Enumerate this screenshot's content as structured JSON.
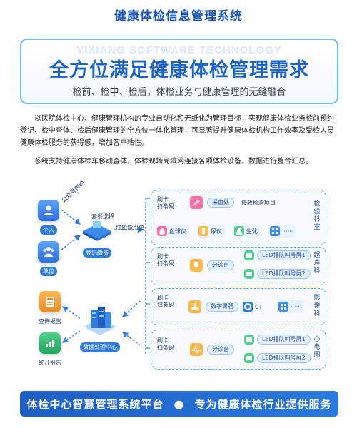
{
  "header": {
    "title": "健康体检信息管理系统"
  },
  "hero": {
    "watermark": "YIXIANG SOFTWARE TECHNOLOGY",
    "headline": "全方位满足健康体检管理需求",
    "subtitle": "检前、检中、检后，体检业务与健康管理的无缝融合"
  },
  "paragraphs": [
    "以医院体检中心、健康管理机构的专业自动化和无纸化为管理目标，实现健康体检业务检前预约登记、检中查体、检后健康管理的全方位一体化管理，可显著提升健康体检机构工作效率及受检人员健康体检服务的获得感，增加客户粘性。",
    "系统支持健康体检车移动查体，体检现场局域网连接各项体检设备，数据进行整合汇总。"
  ],
  "diagram": {
    "left_nodes": {
      "person": "个人",
      "unit": "单位",
      "query_report": "查询报告",
      "stats_report": "统计报告"
    },
    "edge_labels": {
      "wechat_booking": "公众号预约",
      "package_select": "套餐选择",
      "print_guide": "打印指引单"
    },
    "hubs": {
      "registration": "登记缴费",
      "data_center": "数据处理中心"
    },
    "lab": {
      "name": "检验科室",
      "scan": "刷卡\n扫条码",
      "collect": "采血处",
      "receive": "接收检验项目",
      "items": [
        "血球仪",
        "尿仪",
        "生化",
        "······"
      ]
    },
    "ultrasound": {
      "name": "超声科",
      "scan": "刷卡\n扫条码",
      "triage": "分诊台",
      "screens": [
        "LED排队叫号屏1",
        "LED排队叫号屏2"
      ]
    },
    "imaging": {
      "name": "影像科",
      "scan": "刷卡\n扫条码",
      "items": [
        "数字胃肠",
        "CT",
        "······"
      ]
    },
    "ecg": {
      "name": "心电图",
      "scan": "刷卡\n扫条码",
      "triage": "分诊台",
      "screens": [
        "LED排队叫号屏1",
        "LED排队叫号屏2"
      ]
    }
  },
  "footer": {
    "left": "体检中心智慧管理系统平台",
    "dot": "●",
    "right": "专为健康体检行业提供服务"
  },
  "colors": {
    "primary": "#1c63c9",
    "accent": "#2f7be0",
    "border": "#6cc0f0"
  }
}
